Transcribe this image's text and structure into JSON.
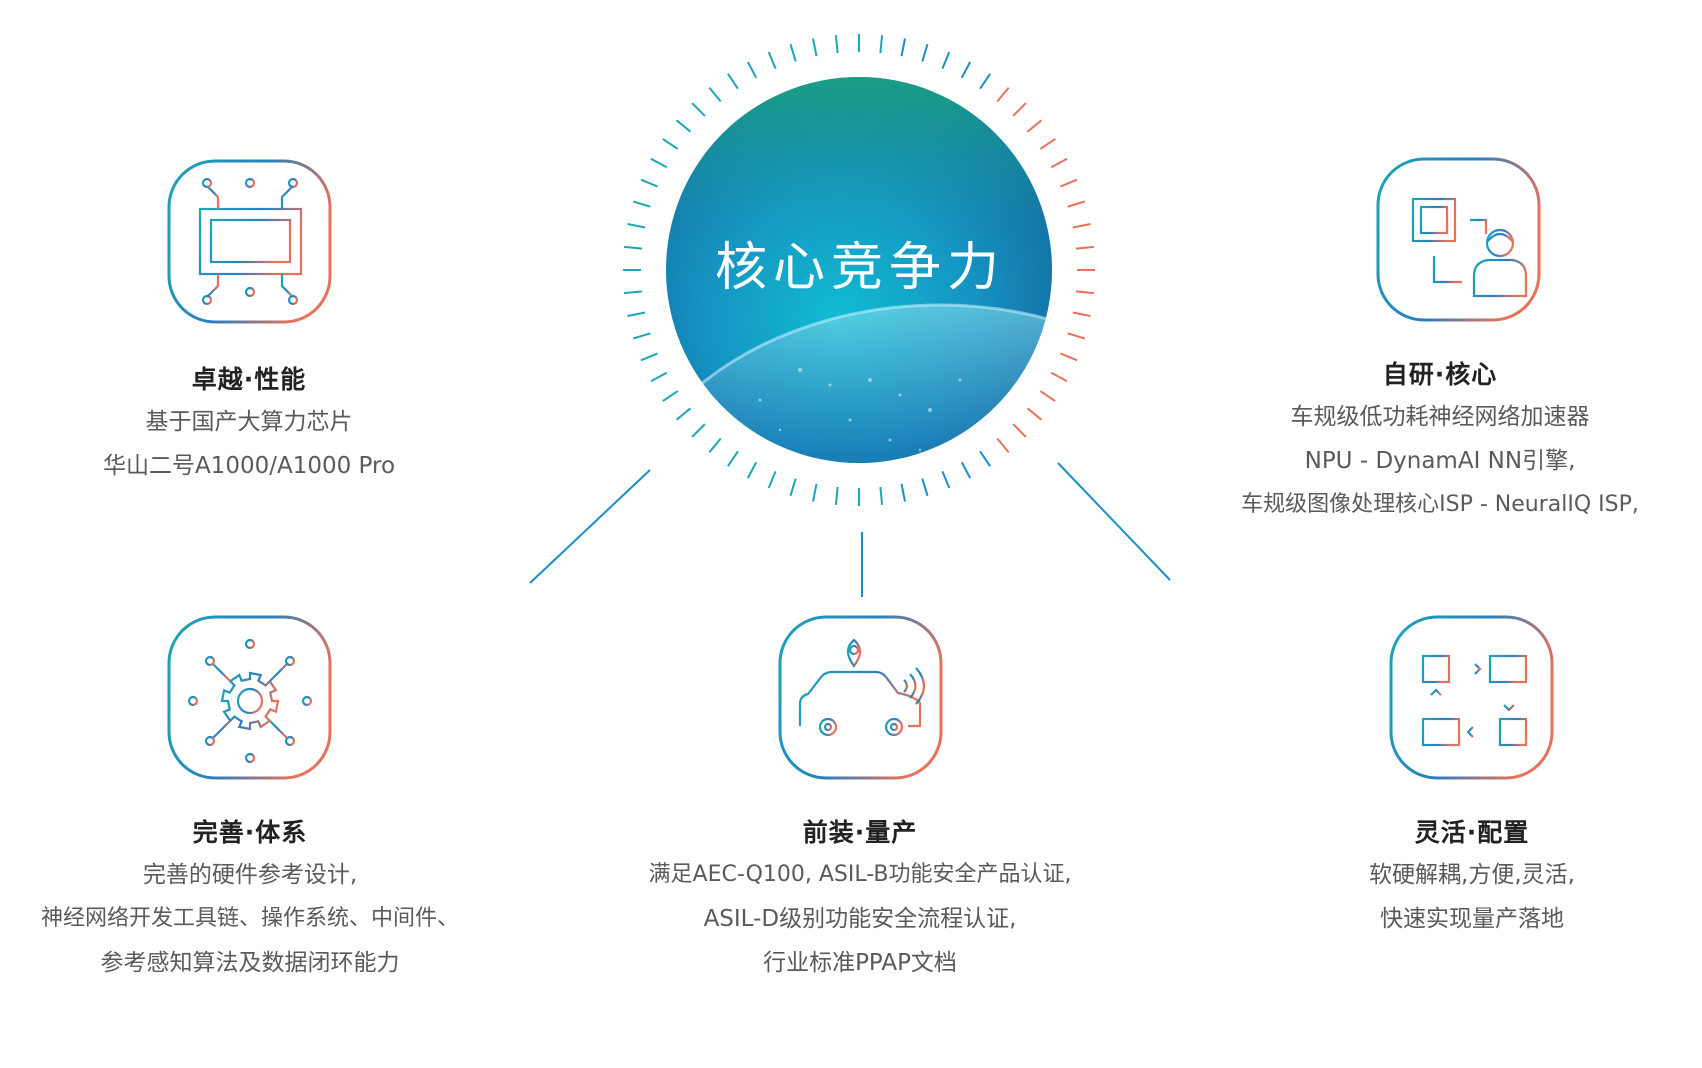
{
  "center": {
    "label": "核心竞争力"
  },
  "colors": {
    "gradient_teal": "#1aa7b8",
    "gradient_orange": "#e8715a",
    "connector_blue": "#1a8fc8"
  },
  "features": [
    {
      "id": "performance",
      "icon": "chip-circuit-icon",
      "title": "卓越·性能",
      "lines": [
        "基于国产大算力芯片",
        "华山二号A1000/A1000 Pro"
      ]
    },
    {
      "id": "core",
      "icon": "processor-engineer-icon",
      "title": "自研·核心",
      "lines": [
        "车规级低功耗神经网络加速器",
        "NPU - DynamAI NN引擎,",
        "车规级图像处理核心ISP - NeuralIQ ISP,"
      ]
    },
    {
      "id": "system",
      "icon": "gear-network-icon",
      "title": "完善·体系",
      "lines": [
        "完善的硬件参考设计,",
        "神经网络开发工具链、操作系统、中间件、",
        "参考感知算法及数据闭环能力"
      ]
    },
    {
      "id": "production",
      "icon": "connected-car-icon",
      "title": "前装·量产",
      "lines": [
        "满足AEC-Q100, ASIL-B功能安全产品认证,",
        "ASIL-D级别功能安全流程认证,",
        "行业标准PPAP文档"
      ]
    },
    {
      "id": "config",
      "icon": "document-flow-icon",
      "title": "灵活·配置",
      "lines": [
        "软硬解耦,方便,灵活,",
        "快速实现量产落地"
      ]
    }
  ]
}
